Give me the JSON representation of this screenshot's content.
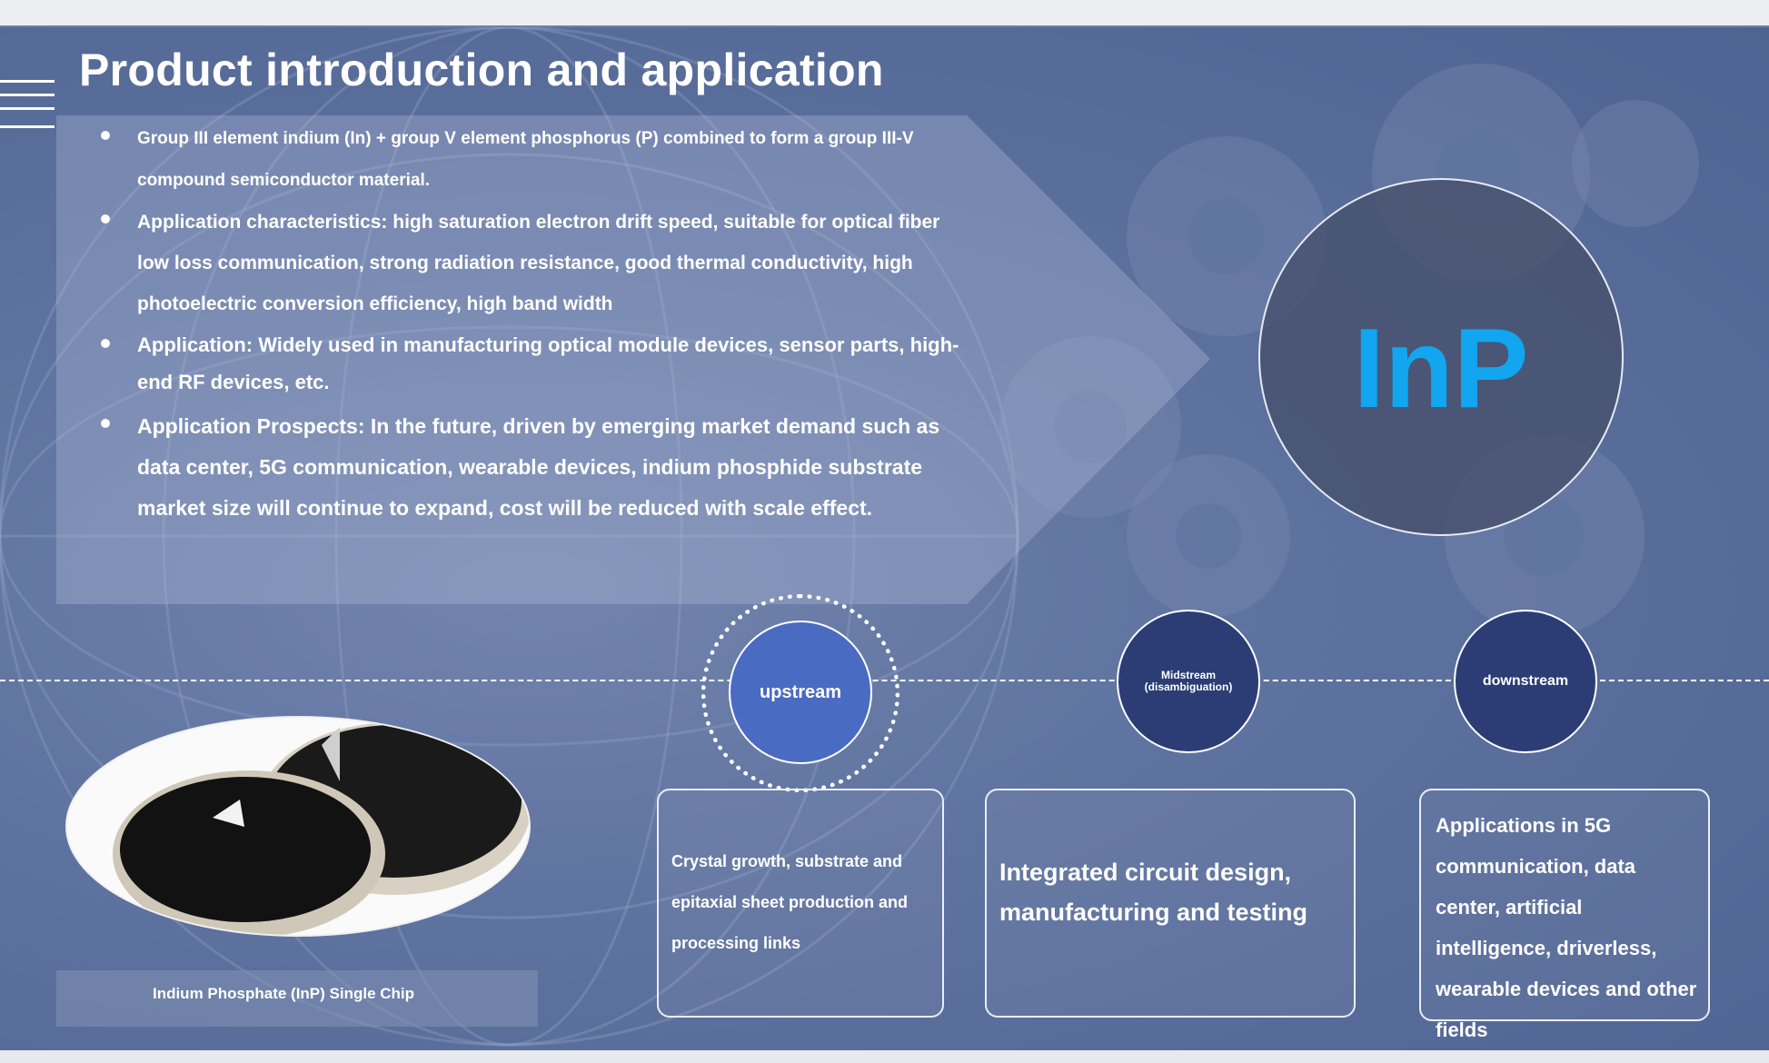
{
  "slide": {
    "title": "Product introduction and application",
    "bullets": [
      "Group III element indium (In) + group V element phosphorus (P) combined to form a group III-V compound semiconductor material.",
      "Application characteristics: high saturation electron drift speed, suitable for optical fiber low loss communication, strong radiation resistance, good thermal conductivity, high photoelectric conversion efficiency, high band width",
      "Application: Widely used in manufacturing optical module devices, sensor parts, high-end RF devices, etc.",
      "Application Prospects: In the future, driven by emerging market demand such as data center, 5G communication, wearable devices, indium phosphide substrate market size will continue to expand, cost will be reduced with scale effect."
    ],
    "inp_label": "InP"
  },
  "chain": {
    "upstream": {
      "label": "upstream",
      "description": "Crystal growth, substrate and epitaxial sheet production and processing links"
    },
    "midstream": {
      "label": "Midstream (disambiguation)",
      "description": "Integrated circuit design, manufacturing and testing"
    },
    "downstream": {
      "label": "downstream",
      "description": "Applications in 5G communication, data center, artificial intelligence, driverless, wearable devices and other fields"
    }
  },
  "image": {
    "caption": "Indium Phosphate (InP) Single Chip"
  },
  "icons": {
    "menu": "menu-lines-icon",
    "gears": "gear-icon",
    "globe": "globe-icon"
  },
  "colors": {
    "background": "#5f73a0",
    "inp_text": "#12a6f0",
    "upstream_node": "#4a6bc2",
    "other_nodes": "#2b3d74"
  }
}
